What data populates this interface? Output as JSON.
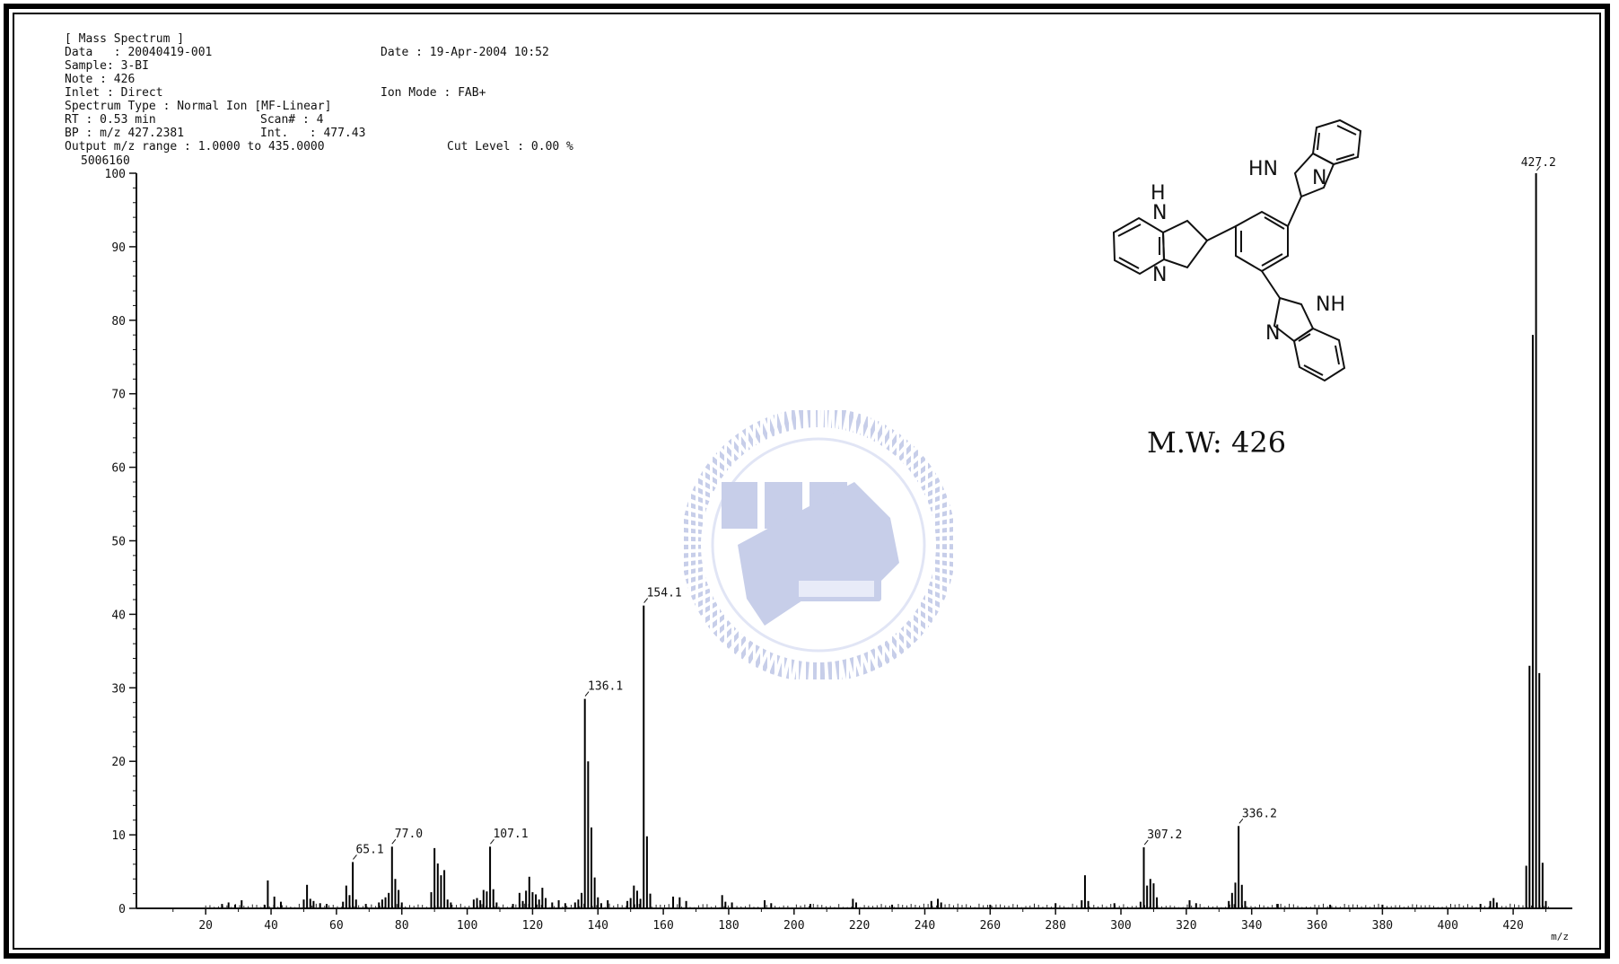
{
  "header": {
    "line1": "[ Mass Spectrum ]",
    "data_label": "Data   : 20040419-001",
    "date": "Date : 19-Apr-2004 10:52",
    "sample": "Sample: 3-BI",
    "note": "Note : 426",
    "inlet": "Inlet : Direct",
    "ion_mode": "Ion Mode : FAB+",
    "spectrum_type": "Spectrum Type : Normal Ion [MF-Linear]",
    "rt": "RT : 0.53 min",
    "scan": "Scan# : 4",
    "bp": "BP : m/z 427.2381",
    "int": "Int.   : 477.43",
    "range": "Output m/z range : 1.0000 to 435.0000",
    "cut_level": "Cut Level : 0.00 %",
    "max_intensity": "5006160"
  },
  "structure": {
    "label_hn_top": "HN",
    "label_n_top": "N",
    "label_h_left": "H",
    "label_n_left_top": "N",
    "label_n_left_bottom": "N",
    "label_nh_bottom": "NH",
    "label_n_bottom": "N",
    "mw": "M.W: 426"
  },
  "chart_data": {
    "type": "bar",
    "title": "",
    "xlabel": "m/z",
    "ylabel": "",
    "xlim": [
      1,
      437
    ],
    "ylim": [
      0,
      100
    ],
    "xticks": [
      20,
      40,
      60,
      80,
      100,
      120,
      140,
      160,
      180,
      200,
      220,
      240,
      260,
      280,
      300,
      320,
      340,
      360,
      380,
      400,
      420
    ],
    "yticks": [
      0,
      10,
      20,
      30,
      40,
      50,
      60,
      70,
      80,
      90,
      100
    ],
    "peaks": [
      {
        "mz": 25,
        "i": 0.6
      },
      {
        "mz": 27,
        "i": 0.8
      },
      {
        "mz": 29,
        "i": 0.5
      },
      {
        "mz": 31,
        "i": 1.1
      },
      {
        "mz": 38,
        "i": 0.5
      },
      {
        "mz": 39,
        "i": 3.8
      },
      {
        "mz": 41,
        "i": 1.6
      },
      {
        "mz": 43,
        "i": 0.9
      },
      {
        "mz": 50,
        "i": 1.2
      },
      {
        "mz": 51,
        "i": 3.2
      },
      {
        "mz": 52,
        "i": 1.3
      },
      {
        "mz": 53,
        "i": 1.0
      },
      {
        "mz": 55,
        "i": 0.7
      },
      {
        "mz": 57,
        "i": 0.6
      },
      {
        "mz": 62,
        "i": 0.9
      },
      {
        "mz": 63,
        "i": 3.1
      },
      {
        "mz": 64,
        "i": 1.8
      },
      {
        "mz": 65,
        "i": 6.3
      },
      {
        "mz": 66,
        "i": 1.2
      },
      {
        "mz": 69,
        "i": 0.6
      },
      {
        "mz": 73,
        "i": 0.8
      },
      {
        "mz": 74,
        "i": 1.2
      },
      {
        "mz": 75,
        "i": 1.5
      },
      {
        "mz": 76,
        "i": 2.1
      },
      {
        "mz": 77,
        "i": 8.4
      },
      {
        "mz": 78,
        "i": 4.0
      },
      {
        "mz": 79,
        "i": 2.5
      },
      {
        "mz": 80,
        "i": 0.8
      },
      {
        "mz": 89,
        "i": 2.2
      },
      {
        "mz": 90,
        "i": 8.2
      },
      {
        "mz": 91,
        "i": 6.1
      },
      {
        "mz": 92,
        "i": 4.5
      },
      {
        "mz": 93,
        "i": 5.2
      },
      {
        "mz": 94,
        "i": 1.2
      },
      {
        "mz": 95,
        "i": 0.8
      },
      {
        "mz": 102,
        "i": 1.2
      },
      {
        "mz": 103,
        "i": 1.4
      },
      {
        "mz": 104,
        "i": 1.1
      },
      {
        "mz": 105,
        "i": 2.5
      },
      {
        "mz": 106,
        "i": 2.3
      },
      {
        "mz": 107,
        "i": 8.4
      },
      {
        "mz": 108,
        "i": 2.6
      },
      {
        "mz": 109,
        "i": 0.8
      },
      {
        "mz": 114,
        "i": 0.6
      },
      {
        "mz": 116,
        "i": 2.1
      },
      {
        "mz": 117,
        "i": 1.0
      },
      {
        "mz": 118,
        "i": 2.4
      },
      {
        "mz": 119,
        "i": 4.3
      },
      {
        "mz": 120,
        "i": 2.2
      },
      {
        "mz": 121,
        "i": 1.9
      },
      {
        "mz": 122,
        "i": 1.2
      },
      {
        "mz": 123,
        "i": 2.8
      },
      {
        "mz": 124,
        "i": 1.4
      },
      {
        "mz": 126,
        "i": 0.8
      },
      {
        "mz": 128,
        "i": 1.1
      },
      {
        "mz": 130,
        "i": 0.7
      },
      {
        "mz": 133,
        "i": 0.8
      },
      {
        "mz": 134,
        "i": 1.2
      },
      {
        "mz": 135,
        "i": 2.1
      },
      {
        "mz": 136,
        "i": 28.5
      },
      {
        "mz": 137,
        "i": 20.0
      },
      {
        "mz": 138,
        "i": 11.0
      },
      {
        "mz": 139,
        "i": 4.2
      },
      {
        "mz": 140,
        "i": 1.5
      },
      {
        "mz": 141,
        "i": 0.7
      },
      {
        "mz": 143,
        "i": 1.1
      },
      {
        "mz": 149,
        "i": 1.0
      },
      {
        "mz": 150,
        "i": 1.4
      },
      {
        "mz": 151,
        "i": 3.1
      },
      {
        "mz": 152,
        "i": 2.4
      },
      {
        "mz": 153,
        "i": 1.3
      },
      {
        "mz": 154,
        "i": 41.2
      },
      {
        "mz": 155,
        "i": 9.8
      },
      {
        "mz": 156,
        "i": 2.0
      },
      {
        "mz": 163,
        "i": 1.6
      },
      {
        "mz": 165,
        "i": 1.5
      },
      {
        "mz": 167,
        "i": 1.0
      },
      {
        "mz": 178,
        "i": 1.8
      },
      {
        "mz": 179,
        "i": 0.9
      },
      {
        "mz": 181,
        "i": 0.8
      },
      {
        "mz": 191,
        "i": 1.1
      },
      {
        "mz": 193,
        "i": 0.7
      },
      {
        "mz": 205,
        "i": 0.6
      },
      {
        "mz": 218,
        "i": 1.3
      },
      {
        "mz": 219,
        "i": 0.8
      },
      {
        "mz": 230,
        "i": 0.5
      },
      {
        "mz": 242,
        "i": 1.0
      },
      {
        "mz": 244,
        "i": 1.3
      },
      {
        "mz": 245,
        "i": 0.8
      },
      {
        "mz": 260,
        "i": 0.5
      },
      {
        "mz": 280,
        "i": 0.7
      },
      {
        "mz": 288,
        "i": 1.1
      },
      {
        "mz": 289,
        "i": 4.5
      },
      {
        "mz": 290,
        "i": 1.0
      },
      {
        "mz": 298,
        "i": 0.7
      },
      {
        "mz": 306,
        "i": 0.9
      },
      {
        "mz": 307,
        "i": 8.3
      },
      {
        "mz": 308,
        "i": 3.1
      },
      {
        "mz": 309,
        "i": 4.0
      },
      {
        "mz": 310,
        "i": 3.4
      },
      {
        "mz": 311,
        "i": 1.5
      },
      {
        "mz": 321,
        "i": 1.1
      },
      {
        "mz": 323,
        "i": 0.7
      },
      {
        "mz": 333,
        "i": 1.0
      },
      {
        "mz": 334,
        "i": 2.1
      },
      {
        "mz": 335,
        "i": 3.5
      },
      {
        "mz": 336,
        "i": 11.2
      },
      {
        "mz": 337,
        "i": 3.2
      },
      {
        "mz": 338,
        "i": 1.0
      },
      {
        "mz": 348,
        "i": 0.6
      },
      {
        "mz": 364,
        "i": 0.5
      },
      {
        "mz": 380,
        "i": 0.5
      },
      {
        "mz": 410,
        "i": 0.6
      },
      {
        "mz": 413,
        "i": 1.0
      },
      {
        "mz": 414,
        "i": 1.4
      },
      {
        "mz": 415,
        "i": 0.8
      },
      {
        "mz": 424,
        "i": 5.8
      },
      {
        "mz": 425,
        "i": 33.0
      },
      {
        "mz": 426,
        "i": 78.0
      },
      {
        "mz": 427,
        "i": 100.0
      },
      {
        "mz": 428,
        "i": 32.0
      },
      {
        "mz": 429,
        "i": 6.2
      },
      {
        "mz": 430,
        "i": 1.0
      }
    ],
    "labels": [
      {
        "mz": 65.1,
        "text": "65.1",
        "i": 6.3
      },
      {
        "mz": 77.0,
        "text": "77.0",
        "i": 8.4
      },
      {
        "mz": 107.1,
        "text": "107.1",
        "i": 8.4
      },
      {
        "mz": 136.1,
        "text": "136.1",
        "i": 28.5
      },
      {
        "mz": 154.1,
        "text": "154.1",
        "i": 41.2
      },
      {
        "mz": 307.2,
        "text": "307.2",
        "i": 8.3
      },
      {
        "mz": 336.2,
        "text": "336.2",
        "i": 11.2
      },
      {
        "mz": 427.2,
        "text": "427.2",
        "i": 100.0
      }
    ]
  }
}
